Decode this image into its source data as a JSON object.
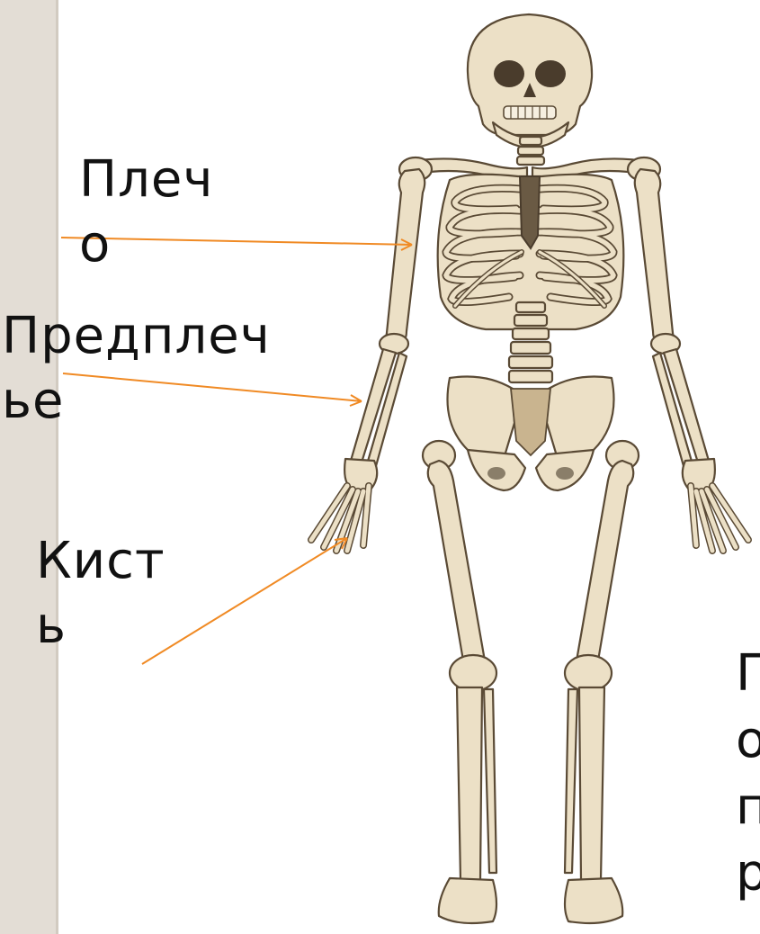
{
  "labels": {
    "shoulder": "Плеч\nо",
    "forearm": "Предплеч\nье",
    "hand": "Кист\nь",
    "cut_off_text": "П\nо\nп\nр"
  },
  "colors": {
    "pointer_line": "#f08a24",
    "bone_fill": "#ece0c6",
    "bone_stroke": "#5a4a35",
    "side_band": "#e3ddd5"
  }
}
